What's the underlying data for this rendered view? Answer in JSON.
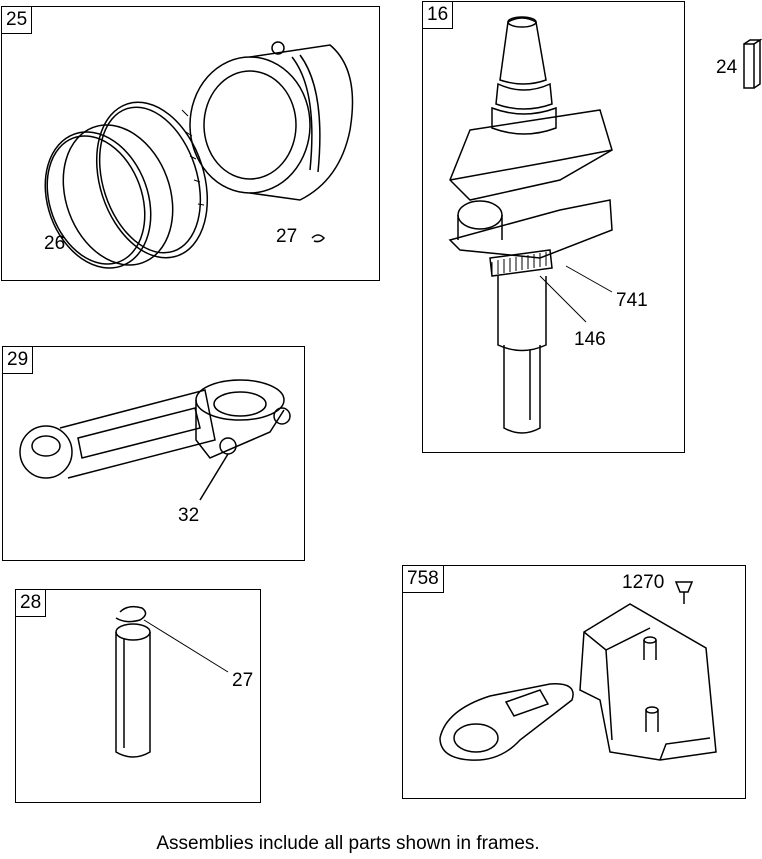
{
  "frames": {
    "piston": {
      "number": "25",
      "callouts": {
        "rings": "26",
        "clip": "27"
      }
    },
    "crankshaft": {
      "number": "16",
      "callouts": {
        "gear": "741",
        "key": "146"
      }
    },
    "key_part": {
      "callout": "24"
    },
    "connecting_rod": {
      "number": "29",
      "callouts": {
        "bolt": "32"
      }
    },
    "wrist_pin": {
      "number": "28",
      "callouts": {
        "clip": "27"
      }
    },
    "counterweight": {
      "number": "758",
      "callouts": {
        "screw": "1270"
      }
    }
  },
  "footer": {
    "caption": "Assemblies include all parts shown in frames."
  }
}
